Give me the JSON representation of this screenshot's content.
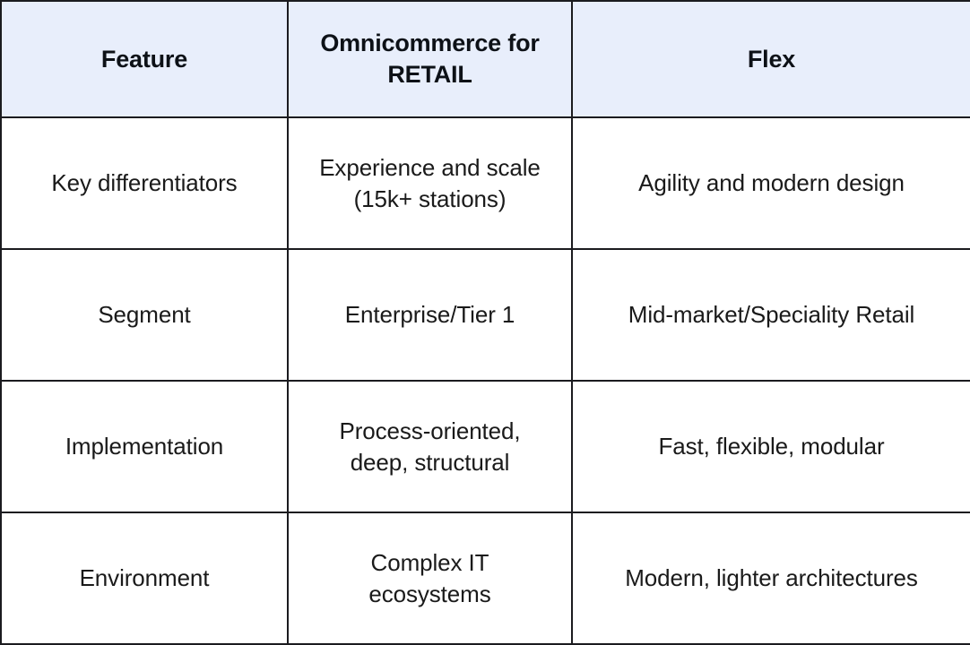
{
  "table": {
    "columns": [
      {
        "key": "feature",
        "label": "Feature"
      },
      {
        "key": "omnicommerce",
        "label": "Omnicommerce for RETAIL",
        "label_line1": "Omnicommerce for",
        "label_line2": "RETAIL"
      },
      {
        "key": "flex",
        "label": "Flex"
      }
    ],
    "rows": [
      {
        "feature": "Key differentiators",
        "omnicommerce": "Experience and scale (15k+ stations)",
        "omnicommerce_line1": "Experience and scale",
        "omnicommerce_line2": "(15k+ stations)",
        "flex": "Agility and modern design"
      },
      {
        "feature": "Segment",
        "omnicommerce": "Enterprise/Tier 1",
        "omnicommerce_line1": "Enterprise/Tier 1",
        "omnicommerce_line2": "",
        "flex": "Mid-market/Speciality Retail"
      },
      {
        "feature": "Implementation",
        "omnicommerce": "Process-oriented, deep, structural",
        "omnicommerce_line1": "Process-oriented,",
        "omnicommerce_line2": "deep, structural",
        "flex": "Fast, flexible, modular"
      },
      {
        "feature": "Environment",
        "omnicommerce": "Complex IT ecosystems",
        "omnicommerce_line1": "Complex IT",
        "omnicommerce_line2": "ecosystems",
        "flex": "Modern, lighter architectures"
      }
    ],
    "colors": {
      "header_background": "#e8eefb",
      "header_text": "#0d1117",
      "body_background": "#ffffff",
      "body_text": "#1a1a1a",
      "border": "#1b1b1f"
    }
  }
}
